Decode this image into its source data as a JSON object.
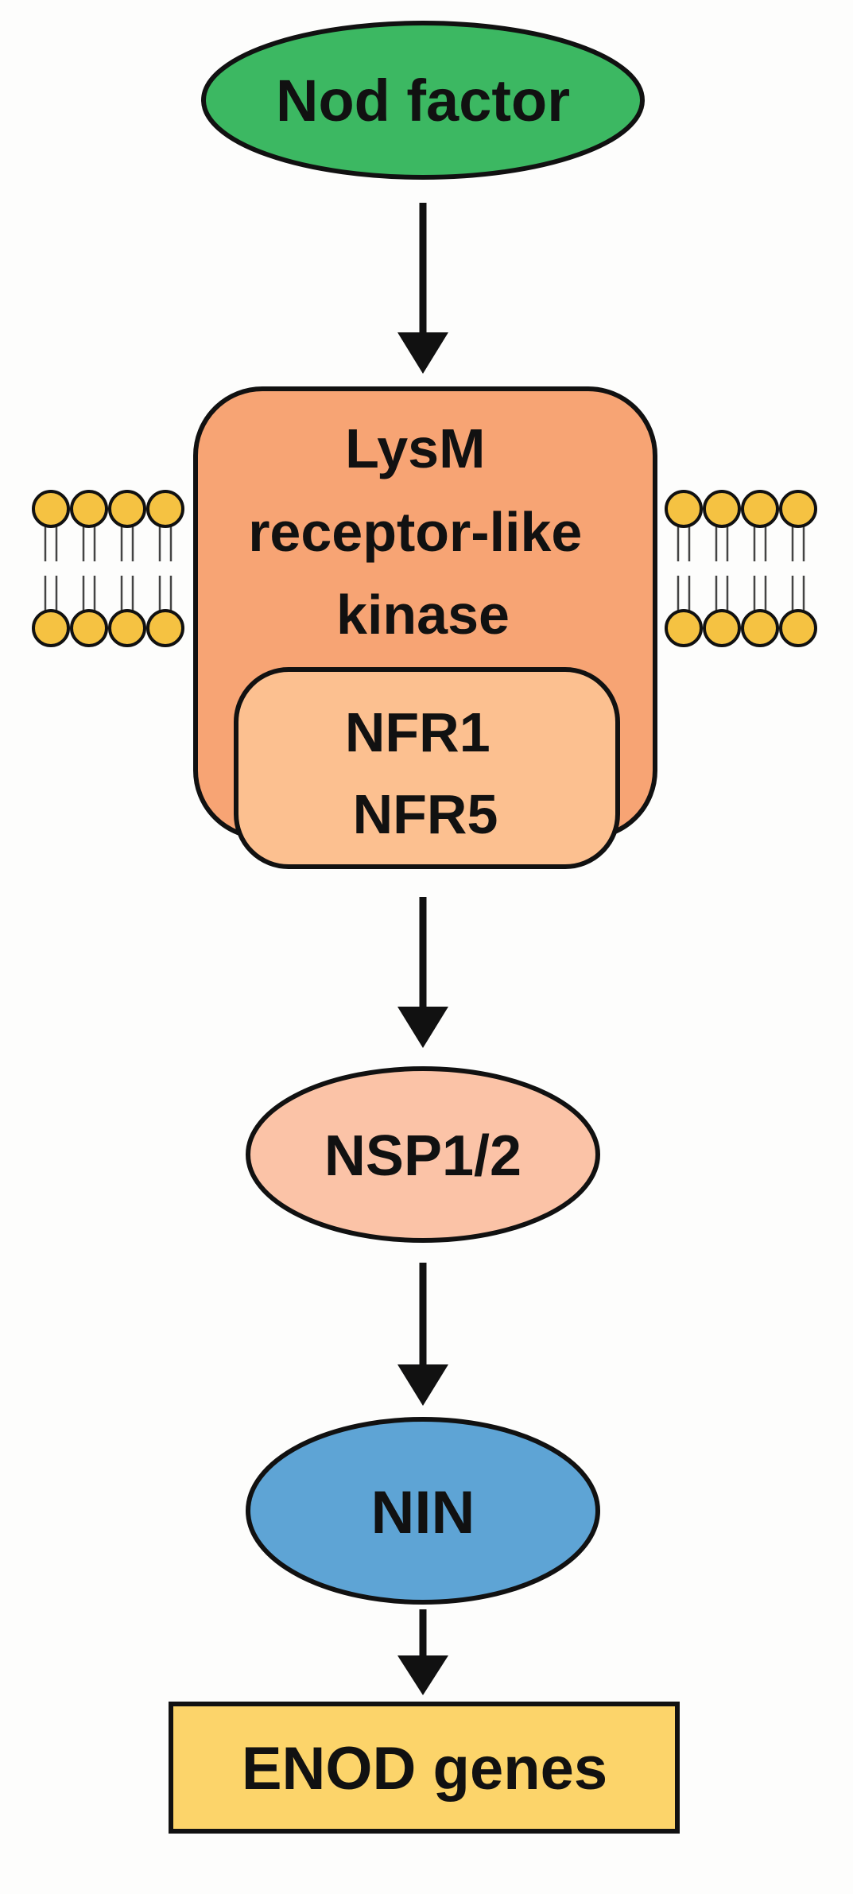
{
  "nodes": {
    "nod_factor": {
      "label": "Nod factor",
      "color": "#3cb862"
    },
    "receptor": {
      "lines": [
        "LysM",
        "receptor-like",
        "kinase"
      ],
      "color": "#f7a474"
    },
    "nfr": {
      "lines": [
        "NFR1",
        "NFR5"
      ],
      "color": "#fcc090"
    },
    "nsp": {
      "label": "NSP1/2",
      "color": "#fbc3a7"
    },
    "nin": {
      "label": "NIN",
      "color": "#5ea4d5"
    },
    "enod": {
      "label": "ENOD genes",
      "color": "#fcd46a"
    }
  },
  "membrane": {
    "head_color": "#f5c242"
  },
  "colors": {
    "stroke": "#111111",
    "background": "#fdfdfc"
  }
}
